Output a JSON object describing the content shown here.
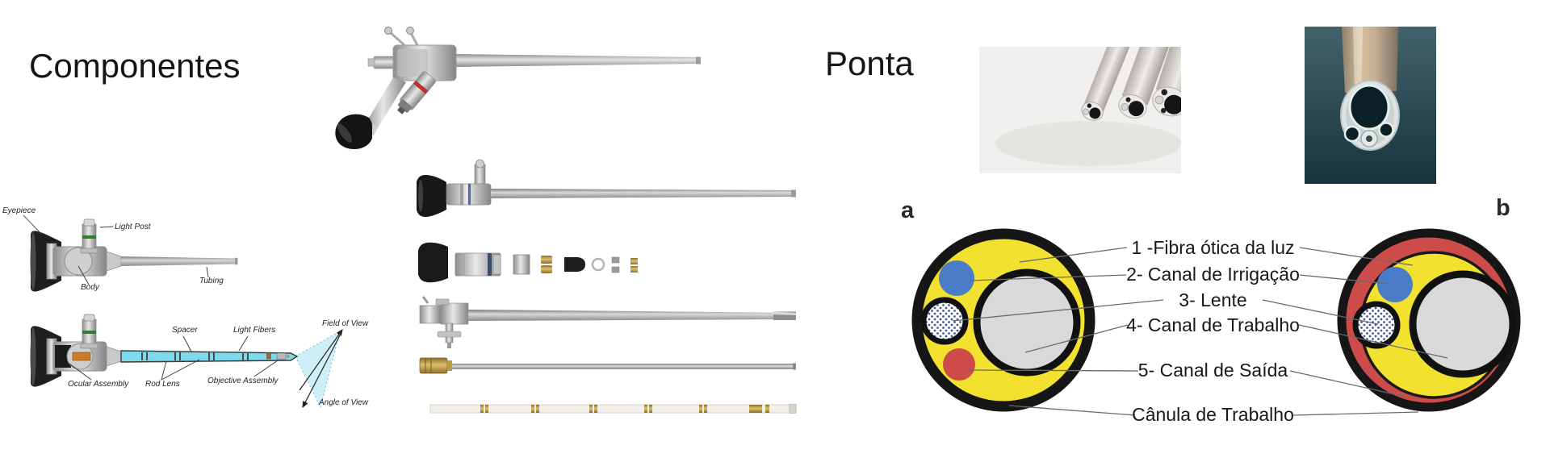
{
  "left": {
    "title": "Componentes",
    "scope_labels": {
      "eyepiece": "Eyepiece",
      "light_post": "Light Post",
      "body": "Body",
      "tubing": "Tubing",
      "spacer": "Spacer",
      "light_fibers": "Light Fibers",
      "field_of_view": "Field of View",
      "rod_lens": "Rod Lens",
      "objective_assembly": "Objective Assembly",
      "ocular_assembly": "Ocular Assembly",
      "angle_of_view": "Angle of View"
    }
  },
  "right": {
    "title": "Ponta",
    "figure_a": "a",
    "figure_b": "b",
    "legend": [
      "1 -Fibra ótica da luz",
      "2- Canal de Irrigação",
      "3- Lente",
      "4- Canal de Trabalho",
      "5- Canal de Saída",
      "Cânula de Trabalho"
    ],
    "colors": {
      "fiber_optic_yellow": "#f2e12f",
      "irrigation_blue": "#4a7cc7",
      "outflow_red": "#cd4c49",
      "working_channel_gray": "#d9d9d9",
      "cannula_black": "#161616",
      "photo_background_teal": "#2c4d57"
    }
  }
}
